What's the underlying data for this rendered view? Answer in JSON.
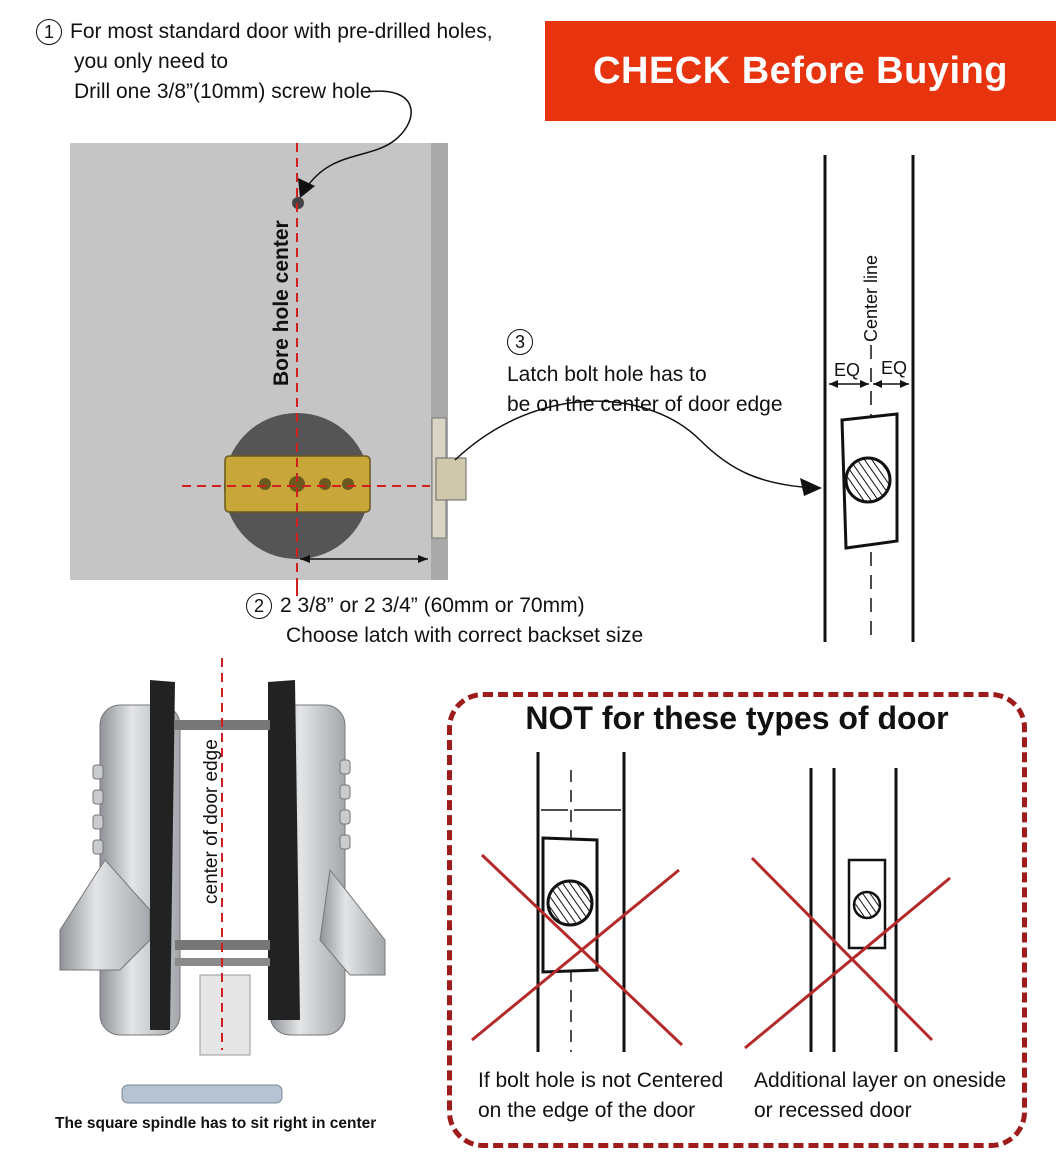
{
  "banner": {
    "text": "CHECK Before Buying",
    "color": "#e8330f"
  },
  "step1": {
    "number": "1",
    "lines": [
      "For most standard door with pre-drilled holes,",
      "you only need to",
      "Drill one 3/8”(10mm) screw hole"
    ]
  },
  "step2": {
    "number": "2",
    "lines": [
      "2 3/8” or 2 3/4” (60mm or 70mm)",
      "Choose latch with correct backset size"
    ]
  },
  "step3": {
    "number": "3",
    "lines": [
      "Latch bolt hole has to",
      "be on the center of door edge"
    ]
  },
  "door_diagram": {
    "bore_label": "Bore hole center"
  },
  "edge_diagram": {
    "center_label": "Center line",
    "eq_left": "EQ",
    "eq_right": "EQ"
  },
  "lock_photo": {
    "center_label": "center of door edge",
    "caption": "The square spindle has to sit right in center"
  },
  "not_for": {
    "heading": "NOT for these types of door",
    "case1": [
      "If bolt hole is not Centered",
      "on the edge of the door"
    ],
    "case2": [
      "Additional layer on oneside",
      "or recessed door"
    ]
  },
  "colors": {
    "guide_red": "#d01f1f",
    "cross_red": "#b42a2a",
    "door_grey": "#c5c5c5",
    "border_red": "#9e1c1c"
  }
}
